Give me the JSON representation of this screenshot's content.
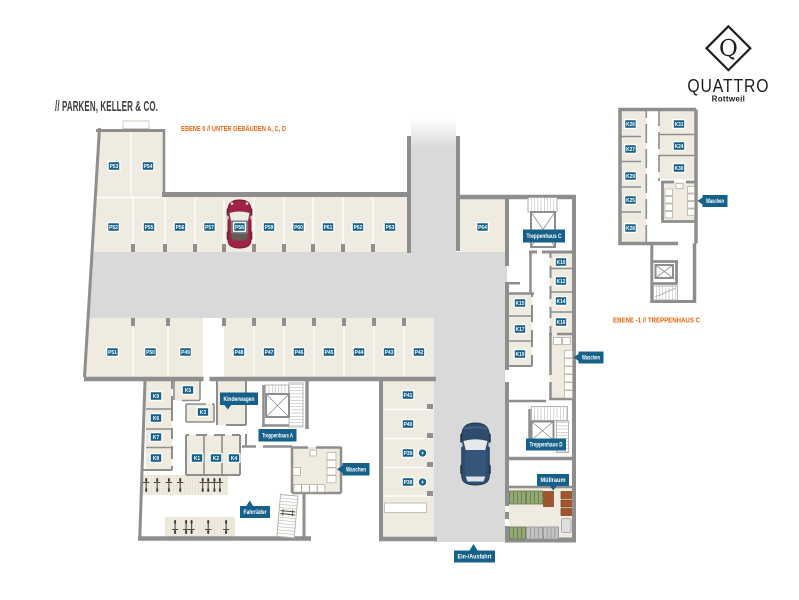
{
  "page": {
    "title": "// PARKEN, KELLER & CO."
  },
  "logo": {
    "initial": "Q",
    "brand": "QUATTRO",
    "city": "Rottweil"
  },
  "levels": {
    "level0_label": "EBENE 0 // UNTER GEBÄUDEN A, C, D",
    "level_minus1_label": "EBENE -1 // TREPPENHAUS C"
  },
  "flags": {
    "kinderwagen": "Kinderwagen",
    "treppenhaus_a": "Treppenhaus A",
    "treppenhaus_c": "Treppenhaus C",
    "treppenhaus_d": "Treppenhaus D",
    "waschen_suedwest": "Waschen",
    "waschen_ostfluegel": "Waschen",
    "waschen_minus1": "Waschen",
    "muellraum": "Müllraum",
    "fahrraeder": "Fahrräder",
    "ein_ausfahrt": "Ein-/Ausfahrt"
  },
  "parking": {
    "upper_block": [
      "P53",
      "P54"
    ],
    "top_row": [
      "P52",
      "P55",
      "P56",
      "P57",
      "P58",
      "P59",
      "P60",
      "P61",
      "P62",
      "P63"
    ],
    "single_right": "P64",
    "middle_row": [
      "P51",
      "P50",
      "P49",
      "P48",
      "P47",
      "P46",
      "P45",
      "P44",
      "P43",
      "P42"
    ],
    "side_column": [
      "P41",
      "P40",
      "P39",
      "P38"
    ]
  },
  "keller_rooms": {
    "suedwest": {
      "left_column": [
        "K9",
        "K6",
        "K7",
        "K8"
      ],
      "top": "K5",
      "middle": "K3",
      "bottom_row": [
        "K1",
        "K2",
        "K4"
      ]
    },
    "ostfluegel": {
      "west_column": [
        "K15",
        "K17",
        "K19"
      ],
      "east_column": [
        "K10",
        "K12",
        "K14",
        "K16"
      ]
    },
    "ebene_minus1": {
      "west_column": [
        "K26",
        "K27",
        "K29",
        "K25",
        "K28"
      ],
      "east_column": [
        "K31",
        "K24",
        "K30"
      ]
    }
  },
  "icons": {
    "elevator-icon": "square-with-diagonal-cross",
    "stairs-icon": "hatched-tread-band",
    "washing-machine-icon": "small-outlined-square",
    "waste-bin-icon": "striped-colored-square",
    "bike-icon": "line-with-crossbar",
    "ev-charging-icon": "white-bolt-in-teal-circle",
    "car-icon": "top-view-car",
    "pillar": "small-gray-block",
    "logo-diamond-icon": "outlined-rotated-square"
  },
  "colors": {
    "accent": "#15618A",
    "orange": "#E8650F",
    "floor": "#F0EBE1",
    "wall": "#8E8E8E",
    "driveway": "#D9D9D9",
    "car_red": "#A02345",
    "car_blue": "#2E4D6E"
  }
}
